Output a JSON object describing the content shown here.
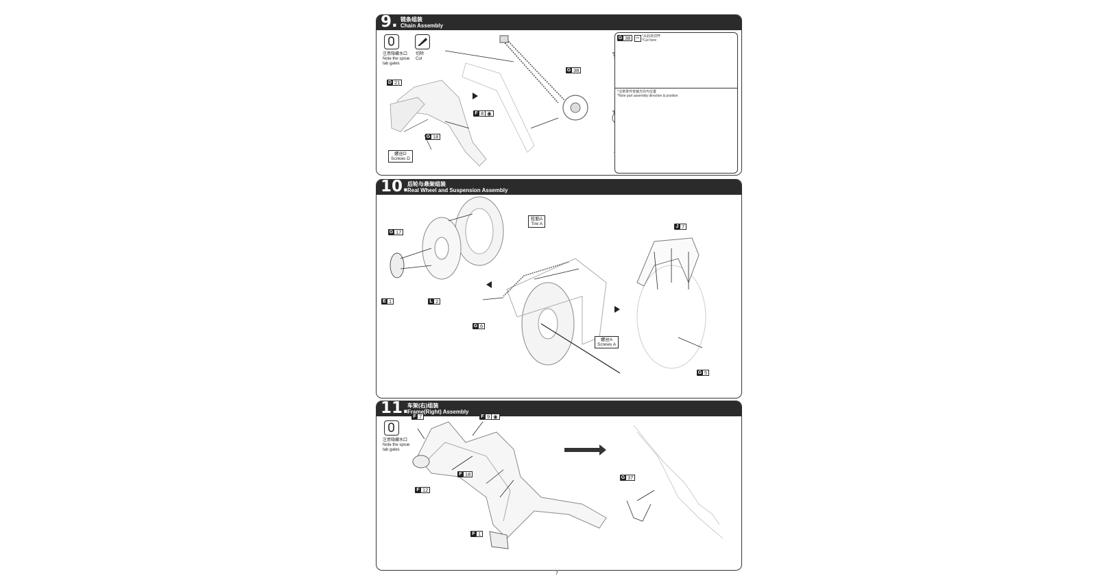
{
  "steps": [
    {
      "number": "9.",
      "title_cn": "链条组装",
      "title_en": "Chain Assembly",
      "icons": [
        {
          "name": "sprue-gate-icon",
          "label_cn": "注意隐藏水口",
          "label_en1": "Note the sprue",
          "label_en2": "tab gates"
        },
        {
          "name": "cut-icon",
          "label_cn": "切除",
          "label_en": "Cut"
        }
      ],
      "parts": {
        "d21": {
          "k": "D",
          "v": "21"
        },
        "f8": {
          "k": "F",
          "v": "8"
        },
        "g18": {
          "k": "G",
          "v": "18"
        },
        "g38": {
          "k": "G",
          "v": "38"
        },
        "g38b": {
          "k": "G",
          "v": "38"
        }
      },
      "screws_cn": "螺丝D",
      "screws_en": "Screws D",
      "inset_cut_cn": "*从此处切开",
      "inset_cut_en": "*Cut here",
      "inset_note_cn": "*注意零件安装方向与位置",
      "inset_note_en": "*Note part assembly direction & position"
    },
    {
      "number": "10.",
      "title_cn": "后轮与悬架组装",
      "title_en": "Real Wheel and Suspension Assembly",
      "parts": {
        "g17": {
          "k": "G",
          "v": "17"
        },
        "e1": {
          "k": "E",
          "v": "1"
        },
        "l2": {
          "k": "L",
          "v": "2"
        },
        "g6": {
          "k": "G",
          "v": "6"
        },
        "j7": {
          "k": "J",
          "v": "7"
        },
        "g5": {
          "k": "G",
          "v": "5"
        }
      },
      "tire_cn": "轮胎A",
      "tire_en": "Tire A",
      "screws_cn": "螺丝A",
      "screws_en": "Screws A"
    },
    {
      "number": "11.",
      "title_cn": "车架(右)组装",
      "title_en": "Frame(Right) Assembly",
      "icons": [
        {
          "name": "sprue-gate-icon",
          "label_cn": "注意隐藏水口",
          "label_en1": "Note the sprue",
          "label_en2": "tab gates"
        }
      ],
      "parts": {
        "f7": {
          "k": "F",
          "v": "7"
        },
        "f9": {
          "k": "F",
          "v": "9"
        },
        "f18": {
          "k": "F",
          "v": "18"
        },
        "f12": {
          "k": "F",
          "v": "12"
        },
        "f1": {
          "k": "F",
          "v": "1"
        },
        "g37": {
          "k": "G",
          "v": "37"
        }
      }
    }
  ],
  "page_number": "7"
}
